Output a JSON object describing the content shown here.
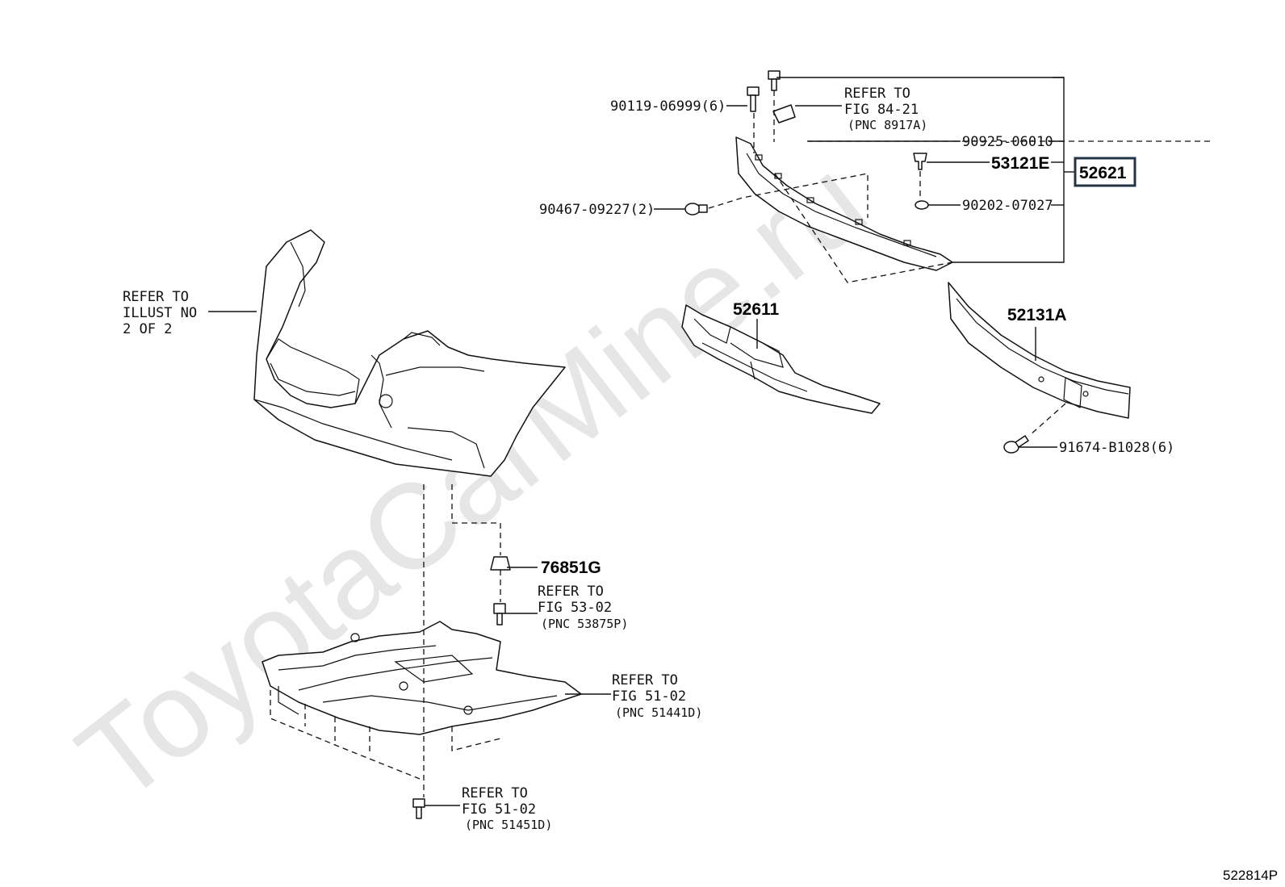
{
  "watermark": "ToyotaCarMine.ru",
  "figure_code": "522814P",
  "labels": {
    "p90119": "90119-06999(6)",
    "ref84_l1": "REFER TO",
    "ref84_l2": "FIG 84-21",
    "ref84_pnc": "(PNC 8917A)",
    "p90925": "90925-06010",
    "p53121e": "53121E",
    "p52621": "52621",
    "p90467": "90467-09227(2)",
    "p90202": "90202-07027",
    "illust_l1": "REFER TO",
    "illust_l2": "ILLUST NO",
    "illust_l3": "2 OF 2",
    "p52611": "52611",
    "p52131a": "52131A",
    "p91674": "91674-B1028(6)",
    "p76851g": "76851G",
    "ref53_l1": "REFER TO",
    "ref53_l2": "FIG 53-02",
    "ref53_pnc": "(PNC 53875P)",
    "ref51a_l1": "REFER TO",
    "ref51a_l2": "FIG 51-02",
    "ref51a_pnc": "(PNC 51441D)",
    "ref51b_l1": "REFER TO",
    "ref51b_l2": "FIG 51-02",
    "ref51b_pnc": "(PNC 51451D)"
  },
  "colors": {
    "ink": "#111111",
    "highlight_box": "#243447",
    "watermark": "#e6e6e6"
  }
}
